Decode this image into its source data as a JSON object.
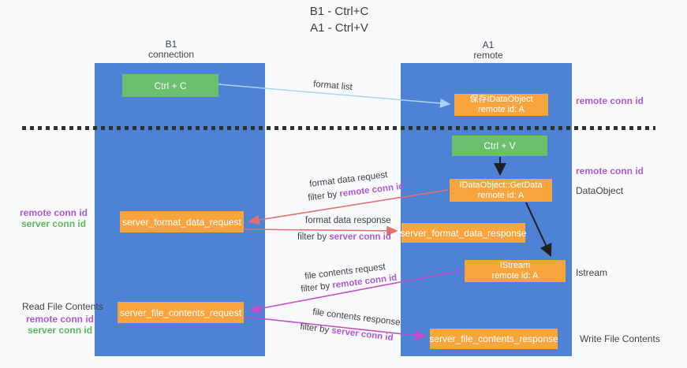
{
  "colors": {
    "bg": "#f8f9fa",
    "col-blue": "#4d82d5",
    "box-green": "#6cbf6c",
    "box-orange": "#f9a53d",
    "purple": "#ae5ad2",
    "green-text": "#5db761",
    "dark-text": "#3e4347",
    "arrow-blue": "#a9d5f2",
    "arrow-red": "#e4706e",
    "arrow-magenta": "#c44ec8",
    "arrow-black": "#1f1f1f",
    "dash": "#2e2e2e"
  },
  "title": {
    "line1": "B1 - Ctrl+C",
    "line2": "A1 - Ctrl+V"
  },
  "lifelines": {
    "left": {
      "name": "B1",
      "role": "connection"
    },
    "right": {
      "name": "A1",
      "role": "remote"
    }
  },
  "nodes": {
    "ctrl_c": {
      "label": "Ctrl + C"
    },
    "ctrl_v": {
      "label": "Ctrl + V"
    },
    "save_dataobject": {
      "line1": "保存IDataObject",
      "line2": "remote id: A"
    },
    "getdata": {
      "line1": "IDataObject::GetData",
      "line2": "remote id: A"
    },
    "istream": {
      "line1": "IStream",
      "line2": "remote id: A"
    },
    "format_request": {
      "label": "server_format_data_request"
    },
    "format_response": {
      "label": "server_format_data_response"
    },
    "file_request": {
      "label": "server_file_contents_request"
    },
    "file_response": {
      "label": "server_file_contents_response"
    }
  },
  "edge_labels": {
    "format_list": "format list",
    "format_data_request": "format data request",
    "format_data_response": "format data response",
    "file_contents_request": "file contents request",
    "file_contents_response": "file contents response",
    "filter_by": "filter by",
    "remote_conn_id": "remote conn id",
    "server_conn_id": "server conn id"
  },
  "annotations": {
    "remote_conn_id": "remote conn id",
    "server_conn_id": "server conn id",
    "dataobject": "DataObject",
    "istream": "Istream",
    "read_file_contents": "Read File Contents",
    "write_file_contents": "Write File Contents"
  }
}
